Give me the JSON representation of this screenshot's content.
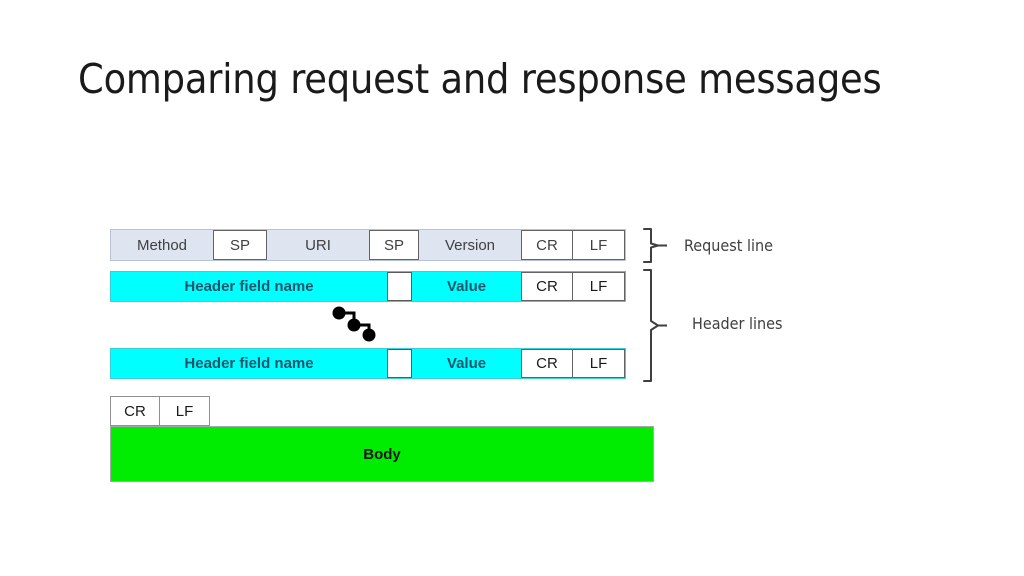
{
  "slide": {
    "title": "Comparing request and response messages",
    "background": "#ffffff"
  },
  "colors": {
    "request_line_fill": "#dfe4f1",
    "header_line_fill": "#00ffff",
    "body_fill": "#00ec00",
    "box_fill": "#ffffff",
    "brace_stroke": "#3f3f3f",
    "connector_dot": "#000000"
  },
  "diagram": {
    "name": "http-message-structure",
    "request_line": {
      "segments": [
        {
          "label": "Method",
          "style": "fill"
        },
        {
          "label": "SP",
          "style": "box"
        },
        {
          "label": "URI",
          "style": "fill"
        },
        {
          "label": "SP",
          "style": "box"
        },
        {
          "label": "Version",
          "style": "fill"
        },
        {
          "label": "CR",
          "style": "box"
        },
        {
          "label": "LF",
          "style": "box"
        }
      ]
    },
    "header_lines": [
      {
        "segments": [
          {
            "label": "Header field name",
            "style": "fill"
          },
          {
            "label": "",
            "style": "box"
          },
          {
            "label": "Value",
            "style": "fill"
          },
          {
            "label": "CR",
            "style": "box"
          },
          {
            "label": "LF",
            "style": "box"
          }
        ]
      },
      {
        "segments": [
          {
            "label": "Header field name",
            "style": "fill"
          },
          {
            "label": "",
            "style": "box"
          },
          {
            "label": "Value",
            "style": "fill"
          },
          {
            "label": "CR",
            "style": "box"
          },
          {
            "label": "LF",
            "style": "box"
          }
        ]
      }
    ],
    "continuation_marker": {
      "icon": "stepped-dots-icon",
      "dot_count": 3
    },
    "blank_line": {
      "segments": [
        {
          "label": "CR",
          "style": "box"
        },
        {
          "label": "LF",
          "style": "box"
        }
      ]
    },
    "body": {
      "label": "Body"
    },
    "annotations": [
      {
        "label": "Request line",
        "brace": "brace-request-line"
      },
      {
        "label": "Header lines",
        "brace": "brace-header-lines"
      }
    ]
  }
}
